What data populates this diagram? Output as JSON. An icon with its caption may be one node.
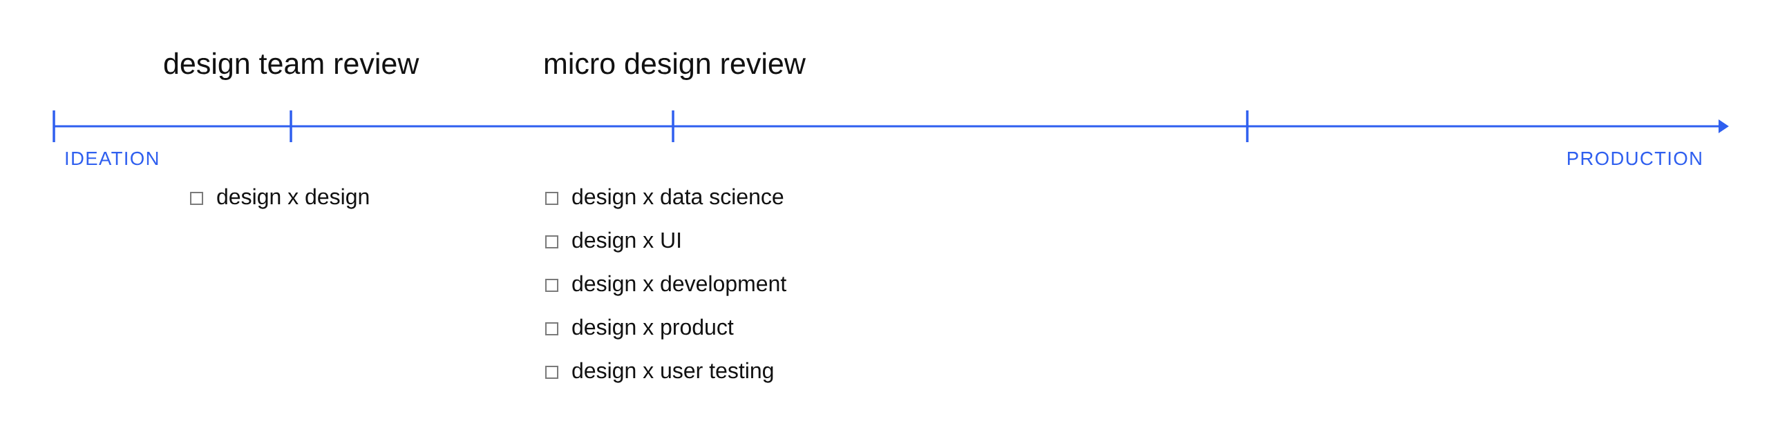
{
  "diagram": {
    "labels": [
      "design team review",
      "micro design review",
      "IDEATION",
      "PRODUCTION",
      "design x design",
      "design x data science",
      "design x UI",
      "design x development",
      "design x product",
      "design x user testing"
    ]
  }
}
